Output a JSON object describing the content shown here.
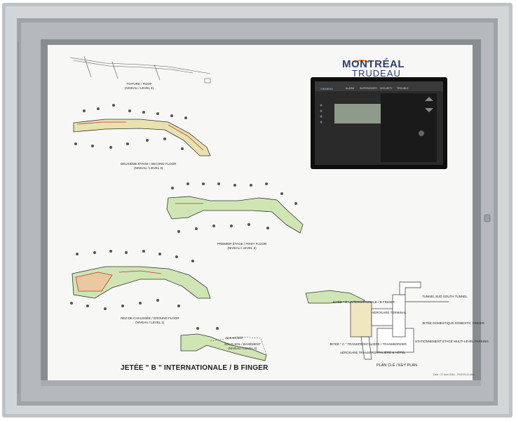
{
  "brand": {
    "line1": "MONTRÉAL",
    "line2": "TRUDEAU",
    "logo_color": "#2a3f73"
  },
  "panel": {
    "brand": "SIEMENS",
    "tabs": [
      "ALARM",
      "SUPERVISORY",
      "SECURITY",
      "TROUBLE"
    ]
  },
  "floors": {
    "roof": {
      "line1": "TOITURE / ROOF",
      "line2": "(NIVEAU / LEVEL 4)"
    },
    "second": {
      "line1": "DEUXIÈME ÉTAGE / SECOND FLOOR",
      "line2": "(NIVEAU / LEVEL 3)"
    },
    "first": {
      "line1": "PREMIER ÉTAGE / FIRST FLOOR",
      "line2": "(NIVEAU / LEVEL 2)"
    },
    "ground": {
      "line1": "REZ-DE-CHAUSSÉE / GROUND FLOOR",
      "line2": "(NIVEAU / LEVEL 1)"
    },
    "basement": {
      "line1": "SOUS-SOL / BASEMENT",
      "line2": "(NIVEAU / LEVEL 0)",
      "zone": "Non-excavé"
    }
  },
  "main_title": "JETÉE \" B \" INTERNATIONALE / B FINGER",
  "key_plan": {
    "title": "PLAN CLÉ / KEY PLAN",
    "label_b": "JETÉE \" B \" INTERNATIONALE / B FINGER",
    "label_c": "JETÉE \" C \" TRANSFRONTALIÈRE / TRANSBORDER",
    "label_term": "AÉROGARE TERMINAL",
    "label_parking": "STATIONNEMENT ÉTAGÉ MULTI-LEVEL PARKING",
    "label_hotel": "AÉROGARE TRANSFRONTALIÈRE & HÔTEL",
    "label_tunnel": "TUNNEL SUD SOUTH TUNNEL",
    "label_domestic": "JETÉE DOMESTIQUE DOMESTIC FINGER"
  },
  "footnote": "Date : 27 Avril 2016 - TK2D79-00-Bdg",
  "colors": {
    "frame": "#c9ccd0",
    "zone_green": "#cfe6b4",
    "zone_red": "#c0392b",
    "panel_dark": "#1c1c1c",
    "lcd": "#8e9a8a"
  }
}
